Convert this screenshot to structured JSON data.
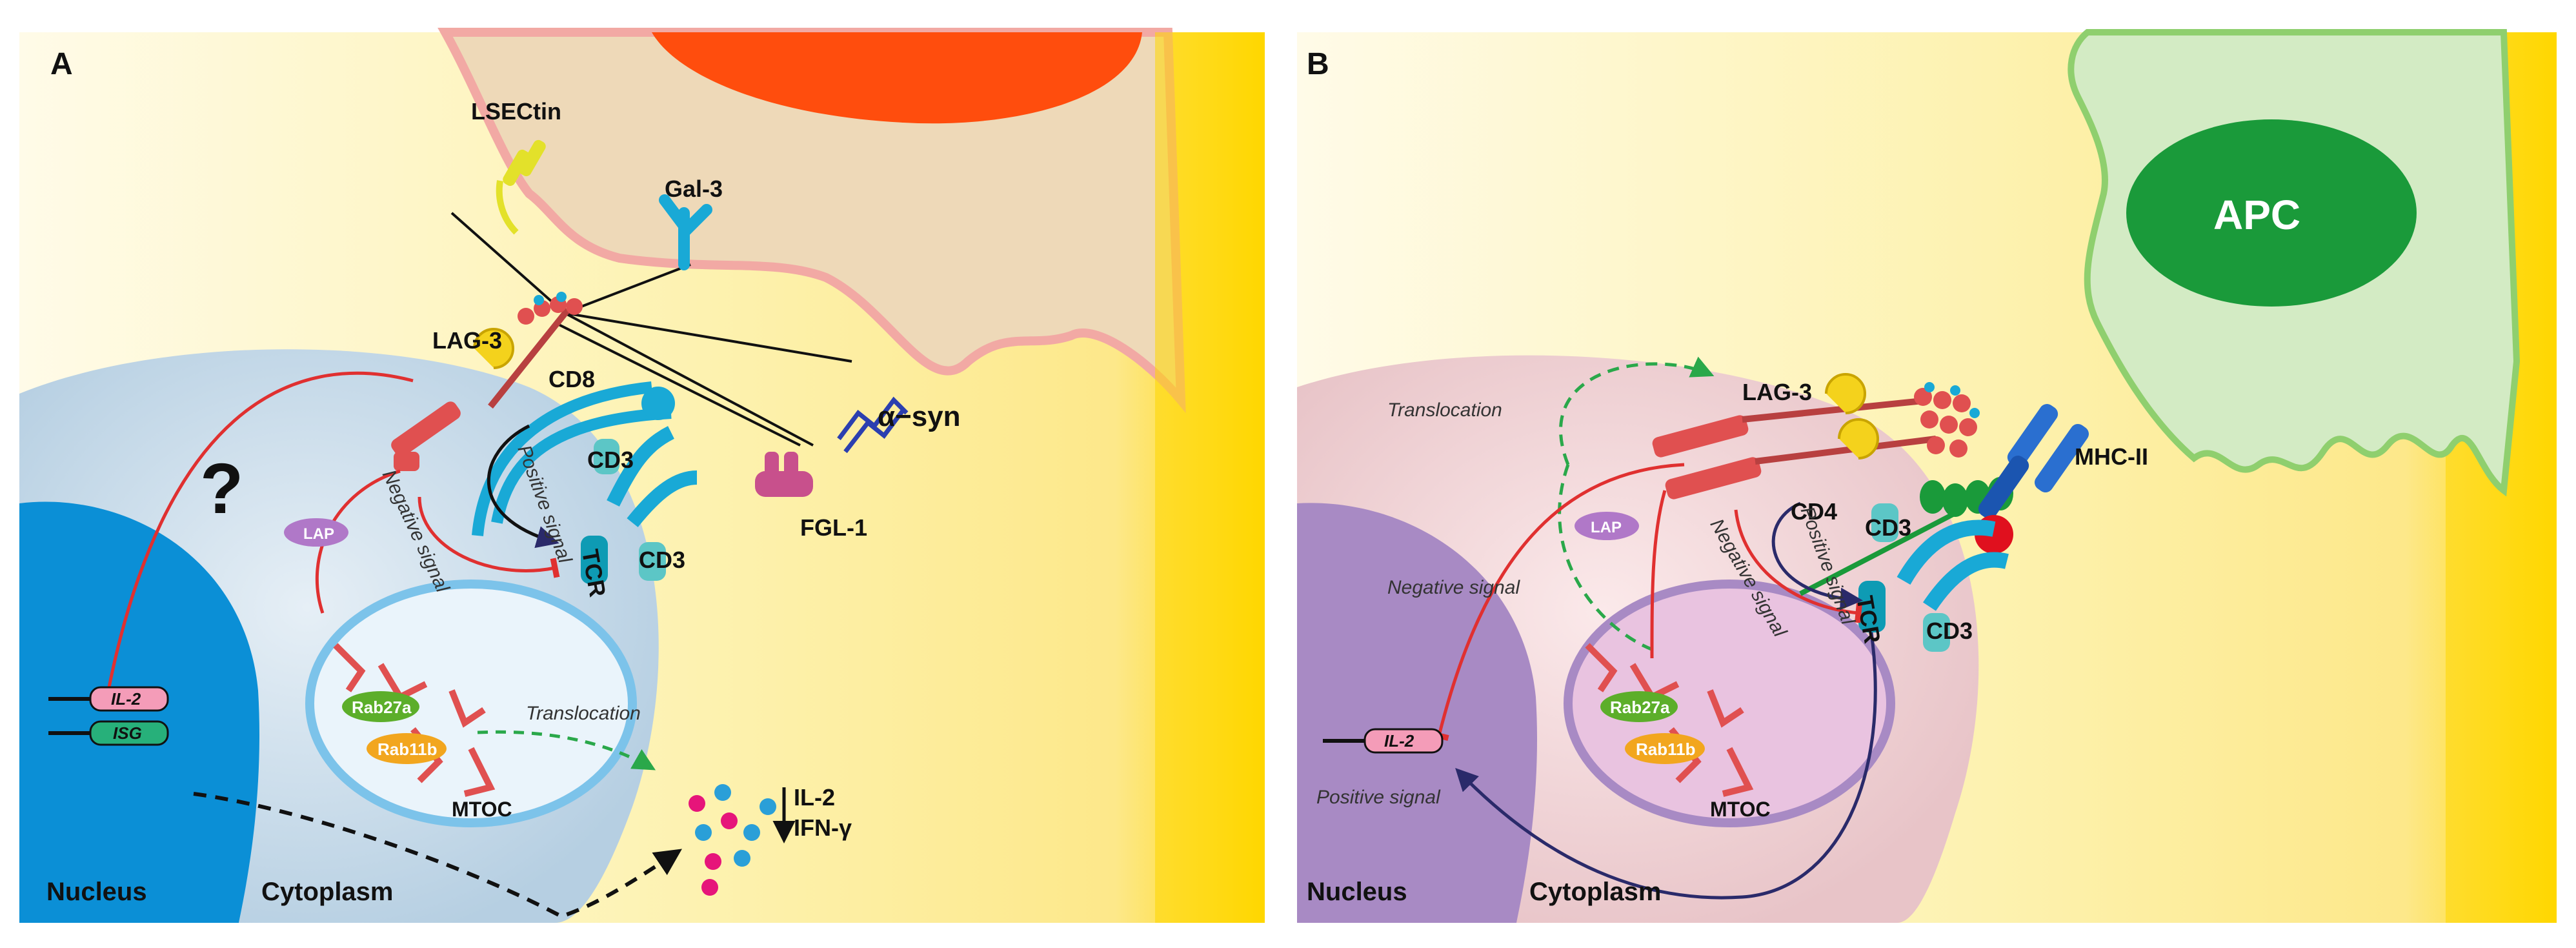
{
  "panel_a": {
    "letter": "A",
    "receptors": {
      "lag3": "LAG-3",
      "lsectin": "LSECtin",
      "gal3": "Gal-3",
      "alpha_syn": "α−syn",
      "fgl1": "FGL-1",
      "cd8": "CD8",
      "cd3_top": "CD3",
      "cd3_bottom": "CD3",
      "tcr": "TCR"
    },
    "signals": {
      "positive": "Positive signal",
      "negative": "Negative signal",
      "translocation": "Translocation"
    },
    "organelles": {
      "lap": "LAP",
      "rab27a": "Rab27a",
      "rab11b": "Rab11b",
      "mtoc": "MTOC"
    },
    "genes": {
      "il2": "IL-2",
      "isg": "ISG"
    },
    "question_mark": "?",
    "cytokines": {
      "il2": "IL-2",
      "ifn": "IFN-γ"
    },
    "compartments": {
      "nucleus": "Nucleus",
      "cytoplasm": "Cytoplasm"
    }
  },
  "panel_b": {
    "letter": "B",
    "apc": "APC",
    "receptors": {
      "lag3": "LAG-3",
      "cd4": "CD4",
      "mhc2": "MHC-II",
      "cd3_top": "CD3",
      "cd3_bottom": "CD3",
      "tcr": "TCR"
    },
    "signals": {
      "translocation": "Translocation",
      "positive": "Positive signal",
      "negative": "Negative signal",
      "nuc_negative": "Negative signal",
      "nuc_positive": "Positive signal"
    },
    "organelles": {
      "lap": "LAP",
      "rab27a": "Rab27a",
      "rab11b": "Rab11b",
      "mtoc": "MTOC"
    },
    "genes": {
      "il2": "IL-2"
    },
    "compartments": {
      "nucleus": "Nucleus",
      "cytoplasm": "Cytoplasm"
    }
  },
  "colors": {
    "bg_yellow": "#fdf2b0",
    "bg_gold": "#ffd700",
    "apc_tan": "#eed9b8",
    "apc_orange": "#ff4d0d",
    "cell_blue": "#c9dcec",
    "nucleus_blue": "#0b8fd6",
    "cell_pink": "#f2d6d8",
    "nucleus_purple": "#a88ac4",
    "apc_green_light": "#d3ebc4",
    "apc_green_dark": "#1a9a3a",
    "lag3_red": "#e05050",
    "receptor_cyan": "#19a9d6",
    "negative_red": "#e03030",
    "positive_navy": "#2a2a6a",
    "translocation_green": "#2aa84a"
  }
}
